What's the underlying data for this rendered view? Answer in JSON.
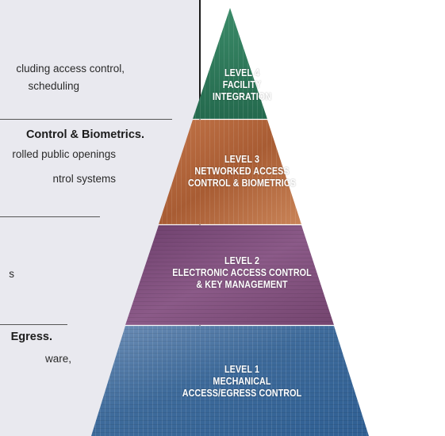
{
  "panel": {
    "line1": "cluding access control,",
    "line2": "scheduling",
    "heading3": "Control & Biometrics.",
    "line4": "rolled public openings",
    "line5": "ntrol systems",
    "line6": "s",
    "heading7": "Egress.",
    "line8": "ware,"
  },
  "pyramid": {
    "level4": [
      "LEVEL 4",
      "FACILITY",
      "INTEGRATION"
    ],
    "level3": [
      "LEVEL 3",
      "NETWORKED ACCESS",
      "CONTROL & BIOMETRICS"
    ],
    "level2": [
      "LEVEL 2",
      "ELECTRONIC ACCESS CONTROL",
      "& KEY MANAGEMENT"
    ],
    "level1": [
      "LEVEL 1",
      "MECHANICAL",
      "ACCESS/EGRESS CONTROL"
    ]
  },
  "colors": {
    "level4": "#2f7a5c",
    "level3": "#b9673a",
    "level2": "#7a4a78",
    "level1": "#3f6f9e",
    "panel": "#e9e9ef"
  }
}
